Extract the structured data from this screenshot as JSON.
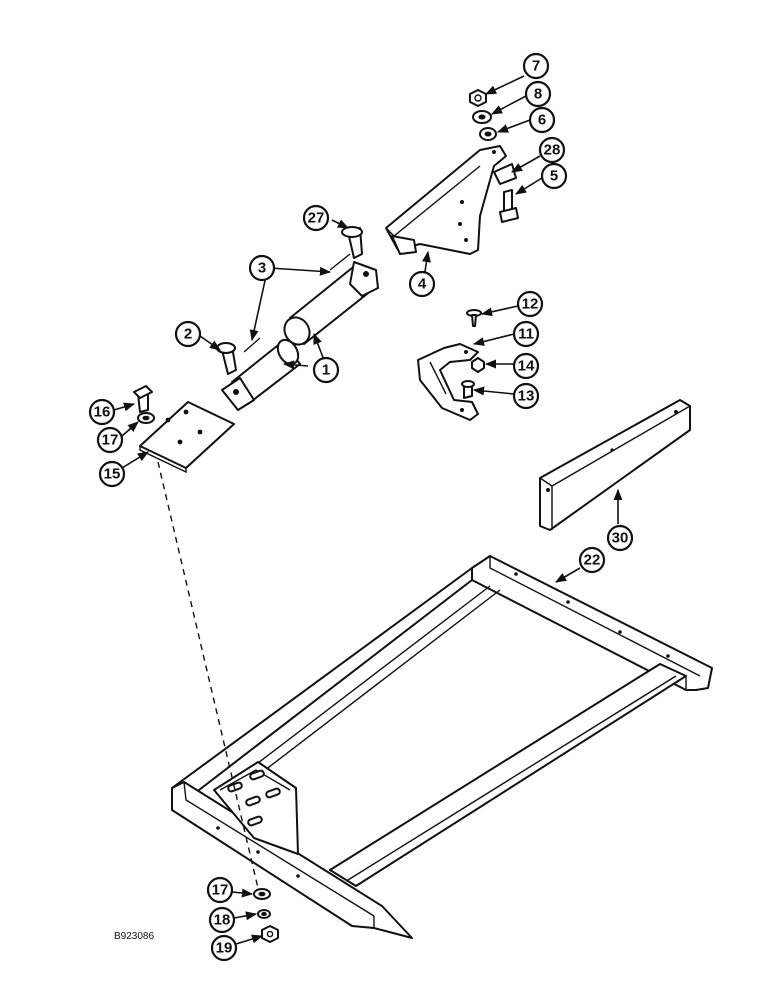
{
  "figure_code": "B923086",
  "callouts": [
    {
      "id": "c7",
      "label": "7"
    },
    {
      "id": "c8",
      "label": "8"
    },
    {
      "id": "c6",
      "label": "6"
    },
    {
      "id": "c28",
      "label": "28"
    },
    {
      "id": "c5",
      "label": "5"
    },
    {
      "id": "c27",
      "label": "27"
    },
    {
      "id": "c3",
      "label": "3"
    },
    {
      "id": "c4",
      "label": "4"
    },
    {
      "id": "c12",
      "label": "12"
    },
    {
      "id": "c2",
      "label": "2"
    },
    {
      "id": "c11",
      "label": "11"
    },
    {
      "id": "c1",
      "label": "1"
    },
    {
      "id": "c14",
      "label": "14"
    },
    {
      "id": "c13",
      "label": "13"
    },
    {
      "id": "c16",
      "label": "16"
    },
    {
      "id": "c17a",
      "label": "17"
    },
    {
      "id": "c15",
      "label": "15"
    },
    {
      "id": "c30",
      "label": "30"
    },
    {
      "id": "c22",
      "label": "22"
    },
    {
      "id": "c17b",
      "label": "17"
    },
    {
      "id": "c18",
      "label": "18"
    },
    {
      "id": "c19",
      "label": "19"
    }
  ]
}
